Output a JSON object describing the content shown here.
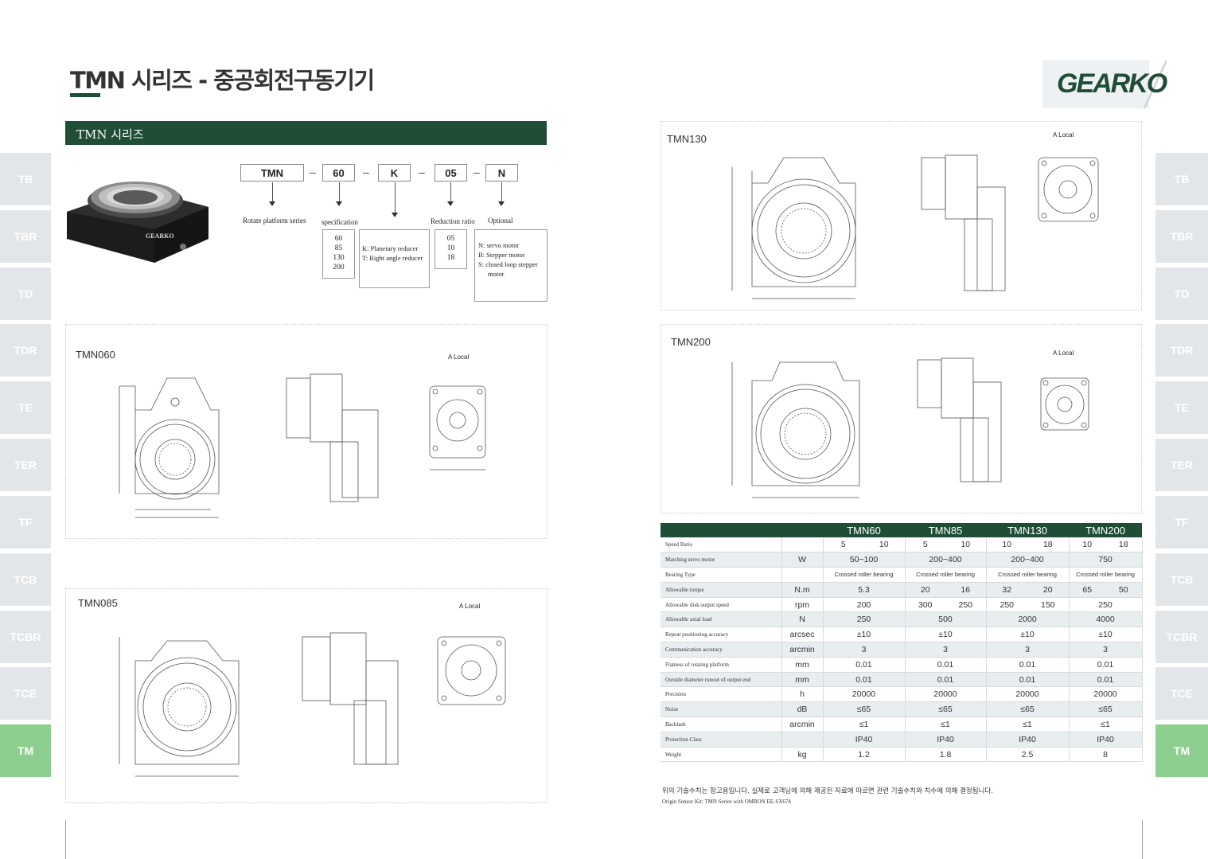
{
  "side_tabs": [
    "TB",
    "TBR",
    "TD",
    "TDR",
    "TE",
    "TER",
    "TF",
    "TCB",
    "TCBR",
    "TCE",
    "TM"
  ],
  "active_tab": "TM",
  "page_title": "TMN 시리즈 - 중공회전구동기기",
  "logo": "GEARKO",
  "section_title": "TMN 시리즈",
  "code": {
    "parts": [
      "TMN",
      "60",
      "K",
      "05",
      "N"
    ],
    "labels": {
      "series": "Rotate platform series",
      "specification": "specification",
      "reduction": "Reduction ratio",
      "optional": "Optional"
    },
    "spec_values": [
      "60",
      "85",
      "130",
      "200"
    ],
    "reducer_options": [
      "K: Planetary reducer",
      "T: Right angle reducer"
    ],
    "ratio_values": [
      "05",
      "10",
      "18"
    ],
    "optional_options": [
      "N: servo motor",
      "B: Stepper motor",
      "S: closed loop stepper",
      "motor"
    ]
  },
  "drawings": {
    "tmn060": "TMN060",
    "tmn085": "TMN085",
    "tmn130": "TMN130",
    "tmn200": "TMN200",
    "a_local": "A  Local",
    "product_logo": "GEARKO"
  },
  "table": {
    "models": [
      "TMN60",
      "TMN85",
      "TMN130",
      "TMN200"
    ],
    "rows": [
      {
        "label": "Speed Ratio",
        "unit": "",
        "cells": [
          [
            "5",
            "10"
          ],
          [
            "5",
            "10"
          ],
          [
            "10",
            "18"
          ],
          [
            "10",
            "18"
          ]
        ]
      },
      {
        "label": "Matching servo motor",
        "unit": "W",
        "cells": [
          [
            "50~100"
          ],
          [
            "200~400"
          ],
          [
            "200~400"
          ],
          [
            "750"
          ]
        ]
      },
      {
        "label": "Bearing Type",
        "unit": "",
        "cells": [
          [
            "Crossed roller bearing"
          ],
          [
            "Crossed roller bearing"
          ],
          [
            "Crossed roller bearing"
          ],
          [
            "Crossed roller bearing"
          ]
        ]
      },
      {
        "label": "Allowable torque",
        "unit": "N.m",
        "cells": [
          [
            "5.3"
          ],
          [
            "20",
            "16"
          ],
          [
            "32",
            "20"
          ],
          [
            "65",
            "50"
          ]
        ]
      },
      {
        "label": "Allowable disk output speed",
        "unit": "rpm",
        "cells": [
          [
            "200"
          ],
          [
            "300",
            "250"
          ],
          [
            "250",
            "150"
          ],
          [
            "250"
          ]
        ]
      },
      {
        "label": "Allowable axial load",
        "unit": "N",
        "cells": [
          [
            "250"
          ],
          [
            "500"
          ],
          [
            "2000"
          ],
          [
            "4000"
          ]
        ]
      },
      {
        "label": "Repeat positioning accuracy",
        "unit": "arcsec",
        "cells": [
          [
            "±10"
          ],
          [
            "±10"
          ],
          [
            "±10"
          ],
          [
            "±10"
          ]
        ]
      },
      {
        "label": "Communication accuracy",
        "unit": "arcmin",
        "cells": [
          [
            "3"
          ],
          [
            "3"
          ],
          [
            "3"
          ],
          [
            "3"
          ]
        ]
      },
      {
        "label": "Flatness of rotating platform",
        "unit": "mm",
        "cells": [
          [
            "0.01"
          ],
          [
            "0.01"
          ],
          [
            "0.01"
          ],
          [
            "0.01"
          ]
        ]
      },
      {
        "label": "Outside diameter runout of output end",
        "unit": "mm",
        "cells": [
          [
            "0.01"
          ],
          [
            "0.01"
          ],
          [
            "0.01"
          ],
          [
            "0.01"
          ]
        ]
      },
      {
        "label": "Precision",
        "unit": "h",
        "cells": [
          [
            "20000"
          ],
          [
            "20000"
          ],
          [
            "20000"
          ],
          [
            "20000"
          ]
        ]
      },
      {
        "label": "Noise",
        "unit": "dB",
        "cells": [
          [
            "≤65"
          ],
          [
            "≤65"
          ],
          [
            "≤65"
          ],
          [
            "≤65"
          ]
        ]
      },
      {
        "label": "Backlash",
        "unit": "arcmin",
        "cells": [
          [
            "≤1"
          ],
          [
            "≤1"
          ],
          [
            "≤1"
          ],
          [
            "≤1"
          ]
        ]
      },
      {
        "label": "Protection Class",
        "unit": "",
        "cells": [
          [
            "IP40"
          ],
          [
            "IP40"
          ],
          [
            "IP40"
          ],
          [
            "IP40"
          ]
        ]
      },
      {
        "label": "Weight",
        "unit": "kg",
        "cells": [
          [
            "1.2"
          ],
          [
            "1.8"
          ],
          [
            "2.5"
          ],
          [
            "8"
          ]
        ]
      }
    ]
  },
  "footnote": "위의 기술수치는 참고용입니다. 실제로 고객님에 의해 제공된 자료에 따르면 관련 기술수치와 치수에 의해 결정됩니다.",
  "footnote2": "Origin Sensor Kit: TMN Series with OMRON EE-SX674",
  "colors": {
    "brand_green": "#1f4d36",
    "tab_gray": "#e3e6e9",
    "tab_active": "#8dcf8f",
    "row_alt": "#e8edf0"
  }
}
